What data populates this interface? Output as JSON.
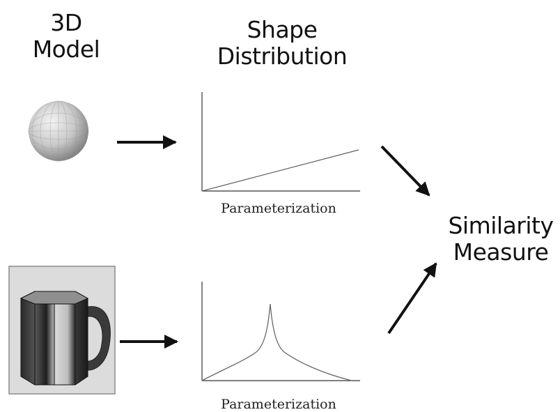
{
  "headings": {
    "model": [
      "3D",
      "Model"
    ],
    "distribution": [
      "Shape",
      "Distribution"
    ],
    "similarity": [
      "Similarity",
      "Measure"
    ]
  },
  "plots": {
    "top": {
      "xlabel": "Parameterization",
      "shape": "linear-increasing"
    },
    "bottom": {
      "xlabel": "Parameterization",
      "shape": "sharp-central-peak"
    }
  },
  "models": {
    "top": "sphere-icon",
    "bottom": "mug-icon"
  },
  "colors": {
    "ink": "#111111",
    "curve": "#555555",
    "axis": "#333333",
    "mug_frame": "#d9d9d9"
  }
}
